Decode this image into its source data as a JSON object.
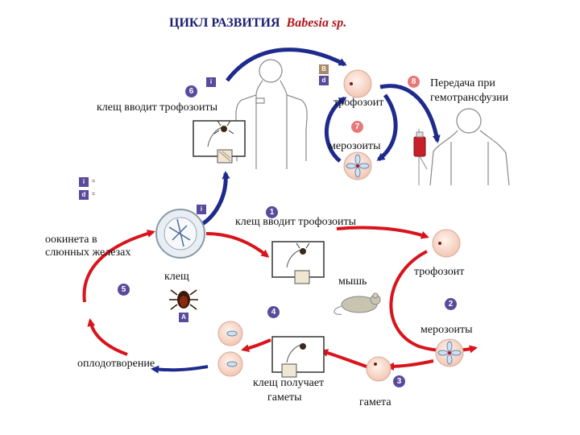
{
  "title": {
    "main": "ЦИКЛ РАЗВИТИЯ",
    "species": "Babesia sp."
  },
  "colors": {
    "human_cycle": "#1e2a8c",
    "animal_cycle": "#d8141c",
    "step_marker": "#5a4a9c",
    "transfusion_marker": "#e87878",
    "stage_marker_tan": "#a88868"
  },
  "steps": {
    "s1": {
      "num": "1",
      "label": "клещ вводит трофозоиты"
    },
    "s2": {
      "num": "2"
    },
    "s3": {
      "num": "3"
    },
    "s4": {
      "num": "4"
    },
    "s5": {
      "num": "5"
    },
    "s6": {
      "num": "6",
      "label": "клещ вводит трофозоиты"
    },
    "s7": {
      "num": "7"
    },
    "s8": {
      "num": "8",
      "label_line1": "Передача при",
      "label_line2": "гемотрансфузии"
    }
  },
  "labels": {
    "trophozoite_human": "трофозоит",
    "merozoites_human": "мерозоиты",
    "trophozoite_mouse": "трофозоит",
    "merozoites_mouse": "мерозоиты",
    "mouse": "мышь",
    "gamete": "гамета",
    "tick_gets_gametes_1": "клещ получает",
    "tick_gets_gametes_2": "гаметы",
    "fertilization": "оплодотворение",
    "tick": "клещ",
    "ookinete_1": "оокинета в",
    "ookinete_2": "слюнных железах"
  },
  "stage_markers": {
    "i": "i",
    "d": "d",
    "A": "A",
    "B": "B"
  },
  "legend": [
    {
      "letter": "i",
      "text": "="
    },
    {
      "letter": "d",
      "text": "="
    }
  ]
}
